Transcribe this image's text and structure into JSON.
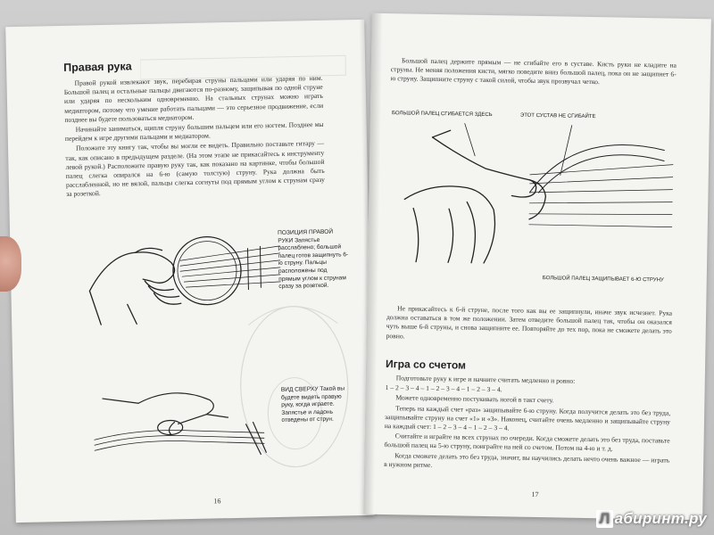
{
  "left_page": {
    "heading": "Правая рука",
    "paragraphs": [
      "Правой рукой извлекают звук, перебирая струны пальцами или ударяя по ним. Большой палец и остальные пальцы двигаются по-разному, защипывая по одной струне или ударяя по нескольким одновременно. На стальных струнах можно играть медиатором, потому что умение работать пальцами — это серьезное продвижение, если позднее вы будете пользоваться медиатором.",
      "Начинайте заниматься, щипля струну большим пальцем или его ногтем. Позднее мы перейдем к игре другими пальцами и медиатором.",
      "Положите эту книгу так, чтобы вы могли ее видеть. Правильно поставьте гитару — так, как описано в предыдущем разделе. (На этом этапе не прикасайтесь к инструменту левой рукой.) Расположите правую руку так, как показано на картинке, чтобы большой палец слегка опирался на 6-ю (самую толстую) струну. Рука должна быть расслабленной, но не вялой, пальцы слегка согнуты под прямым углом к струнам сразу за розеткой."
    ],
    "caption_position": "ПОЗИЦИЯ ПРАВОЙ РУКИ Запястье расслаблено; большой палец готов защипнуть 6-ю струну. Пальцы расположены под прямым углом к струнам сразу за розеткой.",
    "caption_top_view": "ВИД СВЕРХУ Такой вы будете видеть правую руку, когда играете. Запястье и ладонь отведены от струн.",
    "page_number": "16"
  },
  "right_page": {
    "intro": "Большой палец держите прямым — не сгибайте его в суставе. Кисть руки не кладите на струны. Не меняя положения кисти, мягко поведите вниз большой палец, пока он не защипнет 6-ю струну. Защипните струну с такой силой, чтобы звук прозвучал четко.",
    "label_bend": "БОЛЬШОЙ ПАЛЕЦ СГИБАЕТСЯ ЗДЕСЬ",
    "label_joint": "ЭТОТ СУСТАВ НЕ СГИБАЙТЕ",
    "label_pluck": "БОЛЬШОЙ ПАЛЕЦ ЗАЩИПЫВАЕТ 6-Ю СТРУНУ",
    "paragraph_after": "Не прикасайтесь к 6-й струне, после того как вы ее защипнули, иначе звук исчезнет. Рука должна оставаться в том же положении. Затем отведите большой палец так, чтобы он оказался чуть выше 6-й струны, и снова защипните ее. Повторяйте до тех пор, пока не сможете делать это ровно.",
    "heading": "Игра со счетом",
    "count_paragraphs": [
      "Подготовьте руку к игре и начните считать медленно и ровно:",
      "1 – 2 – 3 – 4 – 1 – 2 – 3 – 4 – 1 – 2 – 3 – 4.",
      "Можете одновременно постукивать ногой в такт счету.",
      "Теперь на каждый счет «раз» защипывайте 6-ю струну. Когда получится делать это без труда, защипывайте струну на счет «1» и «3». Наконец, считайте очень медленно и защипывайте струну на каждый счет: 1 – 2 – 3 – 4 – 1 – 2 – 3 – 4.",
      "Считайте и играйте на всех струнах по очереди. Когда сможете делать это без труда, поставьте большой палец на 5-ю струну, поиграйте на ней со счетом. Потом на 4-ю и т. д.",
      "Когда сможете делать это без труда, значит, вы научились делать нечто очень важное — играть в нужном ритме."
    ],
    "page_number": "17"
  },
  "watermark": {
    "logo": "Л",
    "text": "абиринт.ру"
  }
}
